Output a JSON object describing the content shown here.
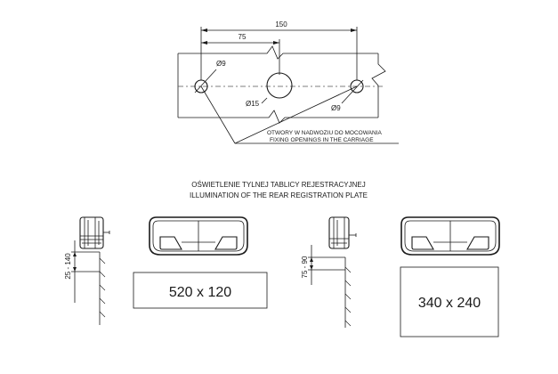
{
  "top_drawing": {
    "dim_overall": "150",
    "dim_half": "75",
    "hole_left_label": "Ø9",
    "hole_center_label": "Ø15",
    "hole_right_label": "Ø9",
    "note_pl": "OTWORY W NADWOZIU DO MOCOWANIA",
    "note_en": "FIXING OPENINGS IN THE CARRIAGE"
  },
  "section": {
    "title_pl": "OŚWIETLENIE TYLNEJ TABLICY REJESTRACYJNEJ",
    "title_en": "ILLUMINATION OF THE REAR REGISTRATION PLATE"
  },
  "variant_a": {
    "height_range": "25 - 140",
    "plate_size": "520 x 120"
  },
  "variant_b": {
    "height_range": "75 - 90",
    "plate_size": "340 x 240"
  }
}
